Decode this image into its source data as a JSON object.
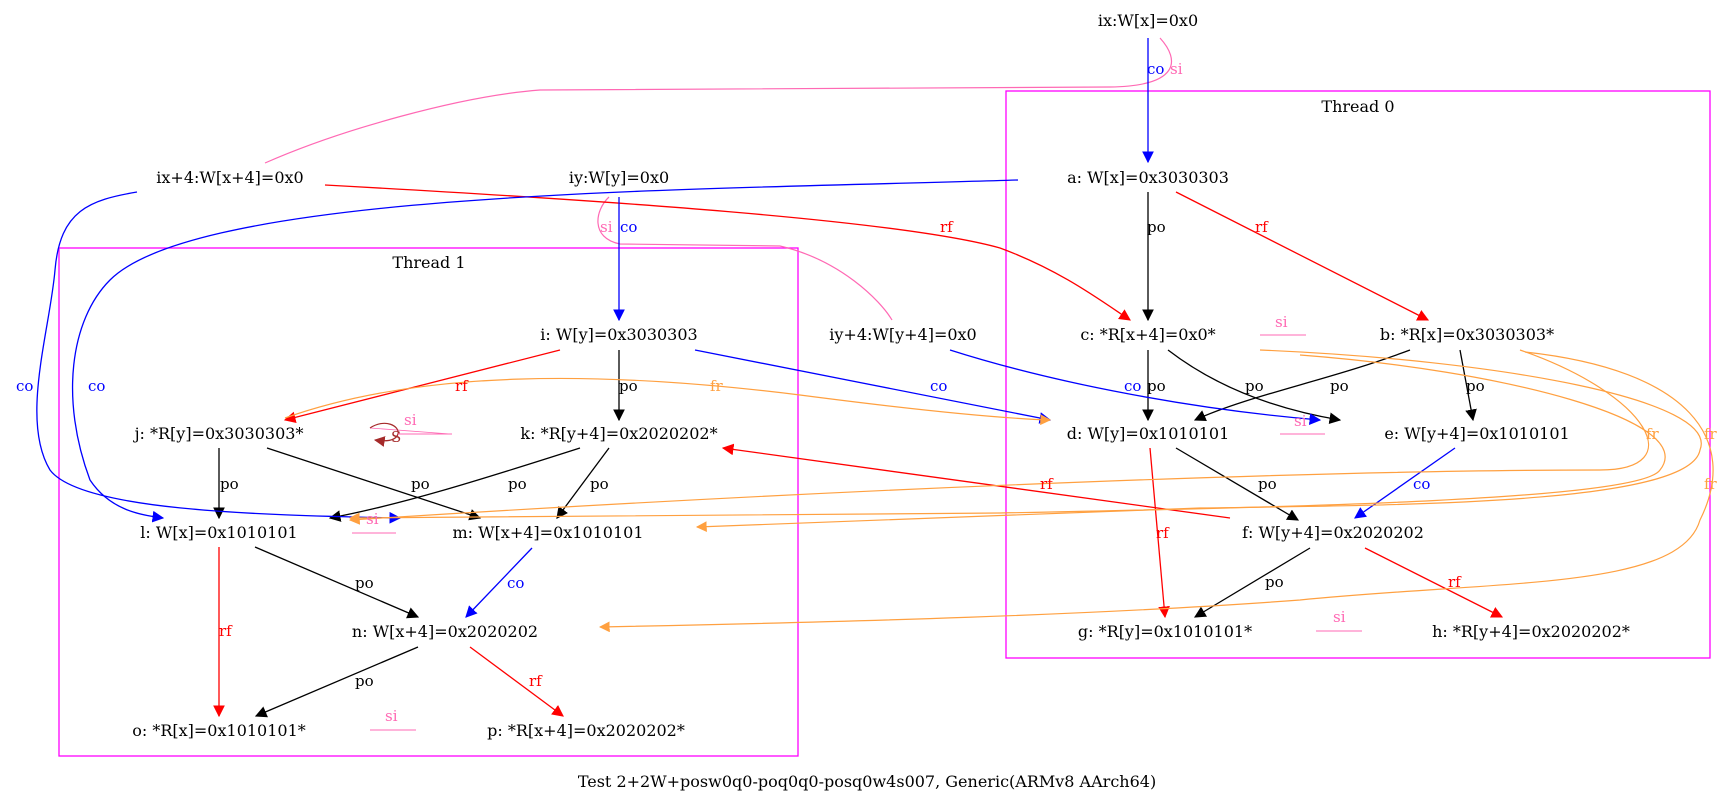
{
  "caption": "Test 2+2W+posw0q0-poq0q0-posq0w4s007, Generic(ARMv8 AArch64)",
  "clusters": [
    {
      "id": "thread0",
      "label": "Thread 0"
    },
    {
      "id": "thread1",
      "label": "Thread 1"
    }
  ],
  "nodes": {
    "ix": "ix:W[x]=0x0",
    "ix4": "ix+4:W[x+4]=0x0",
    "iy": "iy:W[y]=0x0",
    "iy4": "iy+4:W[y+4]=0x0",
    "a": "a: W[x]=0x3030303",
    "b": "b: *R[x]=0x3030303*",
    "c": "c: *R[x+4]=0x0*",
    "d": "d: W[y]=0x1010101",
    "e": "e: W[y+4]=0x1010101",
    "f": "f: W[y+4]=0x2020202",
    "g": "g: *R[y]=0x1010101*",
    "h": "h: *R[y+4]=0x2020202*",
    "i": "i: W[y]=0x3030303",
    "j": "j: *R[y]=0x3030303*",
    "k": "k: *R[y+4]=0x2020202*",
    "l": "l: W[x]=0x1010101",
    "m": "m: W[x+4]=0x1010101",
    "n": "n: W[x+4]=0x2020202",
    "o": "o: *R[x]=0x1010101*",
    "p": "p: *R[x+4]=0x2020202*"
  },
  "edge_labels": {
    "po": "po",
    "rf": "rf",
    "co": "co",
    "fr": "fr",
    "si": "si",
    "S": "S"
  },
  "colors": {
    "po": "#000000",
    "rf": "#ff0000",
    "co": "#0000ff",
    "fr": "#ffa040",
    "si": "#ff69b4",
    "cluster": "#ff00ff",
    "self_loop": "#a52a2a"
  }
}
